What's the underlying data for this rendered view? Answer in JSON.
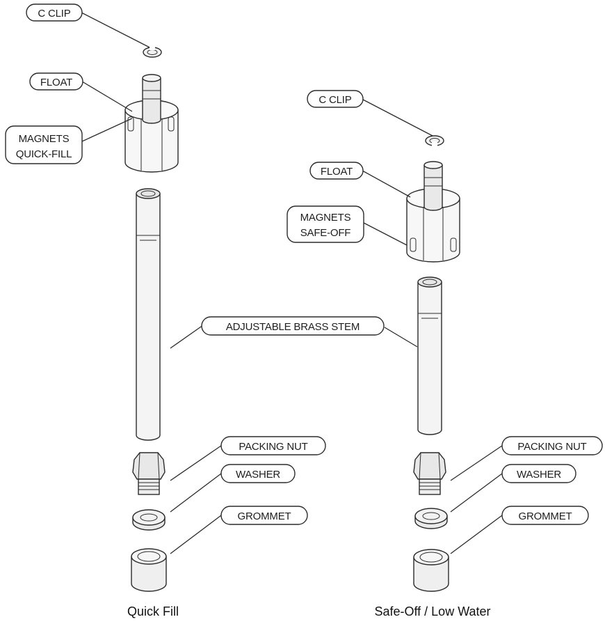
{
  "labels": {
    "c_clip": "C CLIP",
    "float": "FLOAT",
    "magnets_1": "MAGNETS",
    "quick_fill_word": "QUICK-FILL",
    "safe_off_word": "SAFE-OFF",
    "stem": "ADJUSTABLE BRASS STEM",
    "packing_nut": "PACKING NUT",
    "washer": "WASHER",
    "grommet": "GROMMET"
  },
  "captions": {
    "left": "Quick Fill",
    "right": "Safe-Off / Low Water"
  },
  "colors": {
    "line": "#2b2b2b",
    "part_fill": "#f2f2f2",
    "float_fill": "#f7f7f7",
    "magnet_fill": "#c9c9c9",
    "background": "#ffffff"
  }
}
